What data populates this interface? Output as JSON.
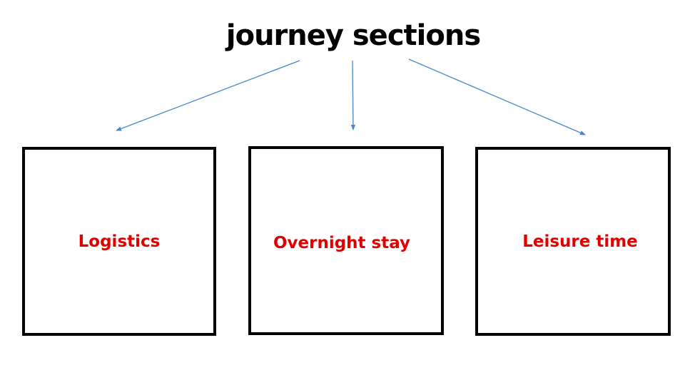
{
  "diagram": {
    "title": "journey sections",
    "sections": [
      {
        "label": "Logistics"
      },
      {
        "label": "Overnight stay"
      },
      {
        "label": "Leisure time"
      }
    ]
  },
  "colors": {
    "title_text": "#000000",
    "label_text": "#e00000",
    "box_border": "#000000",
    "arrow": "#4a86c8"
  },
  "icons": {
    "arrow": "arrow-head-icon"
  }
}
